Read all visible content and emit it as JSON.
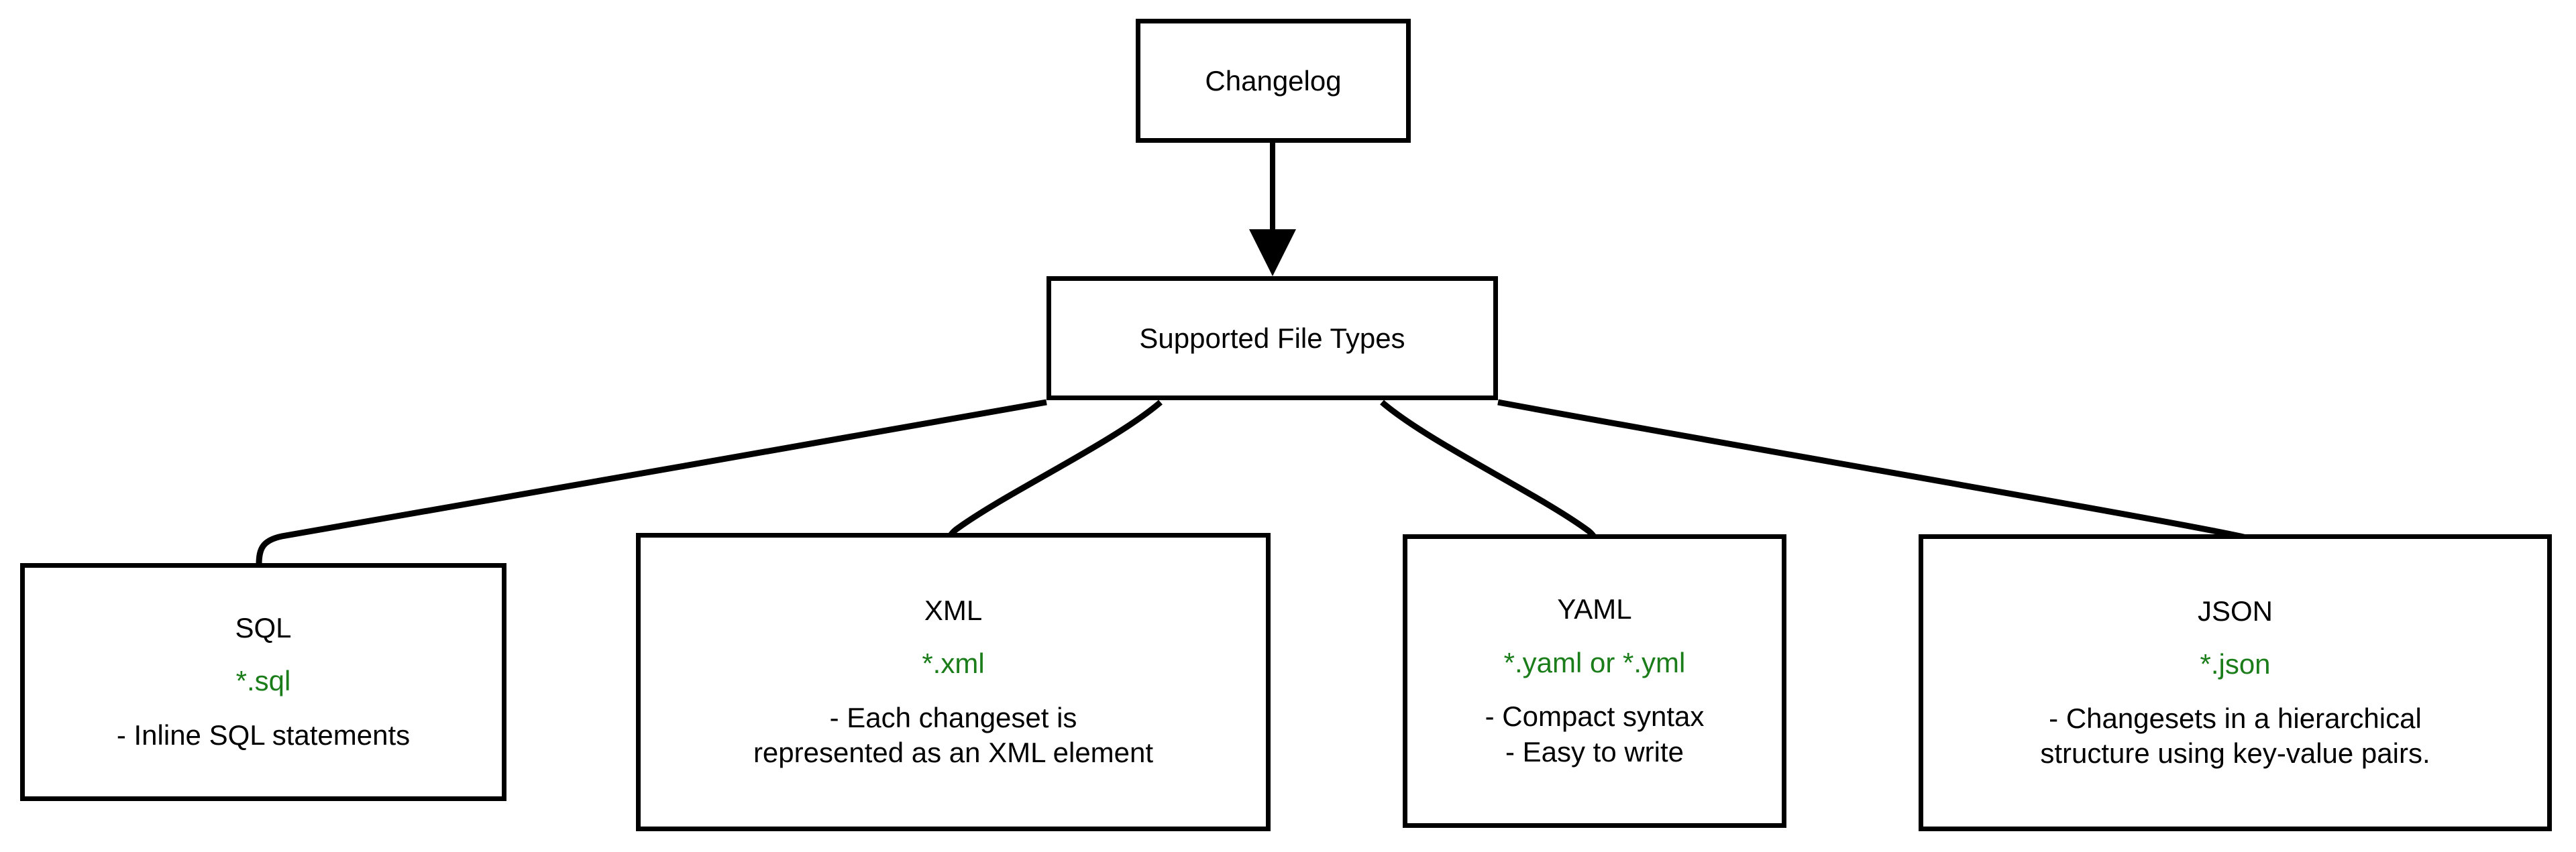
{
  "diagram": {
    "type": "flowchart",
    "orientation": "top-down",
    "accent_green": "#1a7d1a",
    "line_color": "#000000",
    "background": "#ffffff",
    "nodes": {
      "changelog": {
        "title": "Changelog"
      },
      "supported": {
        "title": "Supported File Types"
      },
      "sql": {
        "title": "SQL",
        "extension": "*.sql",
        "desc_lines": [
          "- Inline SQL statements"
        ]
      },
      "xml": {
        "title": "XML",
        "extension": "*.xml",
        "desc_lines": [
          "- Each changeset is",
          "represented as an XML element"
        ]
      },
      "yaml": {
        "title": "YAML",
        "extension": "*.yaml or *.yml",
        "desc_lines": [
          "- Compact syntax",
          "- Easy to write"
        ]
      },
      "json": {
        "title": "JSON",
        "extension": "*.json",
        "desc_lines": [
          "- Changesets in a hierarchical",
          "structure using key-value pairs."
        ]
      }
    },
    "edges": [
      {
        "from": "changelog",
        "to": "supported",
        "arrow": "filled-triangle"
      },
      {
        "from": "supported",
        "to": "sql",
        "arrow": "filled-triangle"
      },
      {
        "from": "supported",
        "to": "xml",
        "arrow": "filled-triangle"
      },
      {
        "from": "supported",
        "to": "yaml",
        "arrow": "filled-triangle"
      },
      {
        "from": "supported",
        "to": "json",
        "arrow": "filled-triangle"
      }
    ]
  }
}
